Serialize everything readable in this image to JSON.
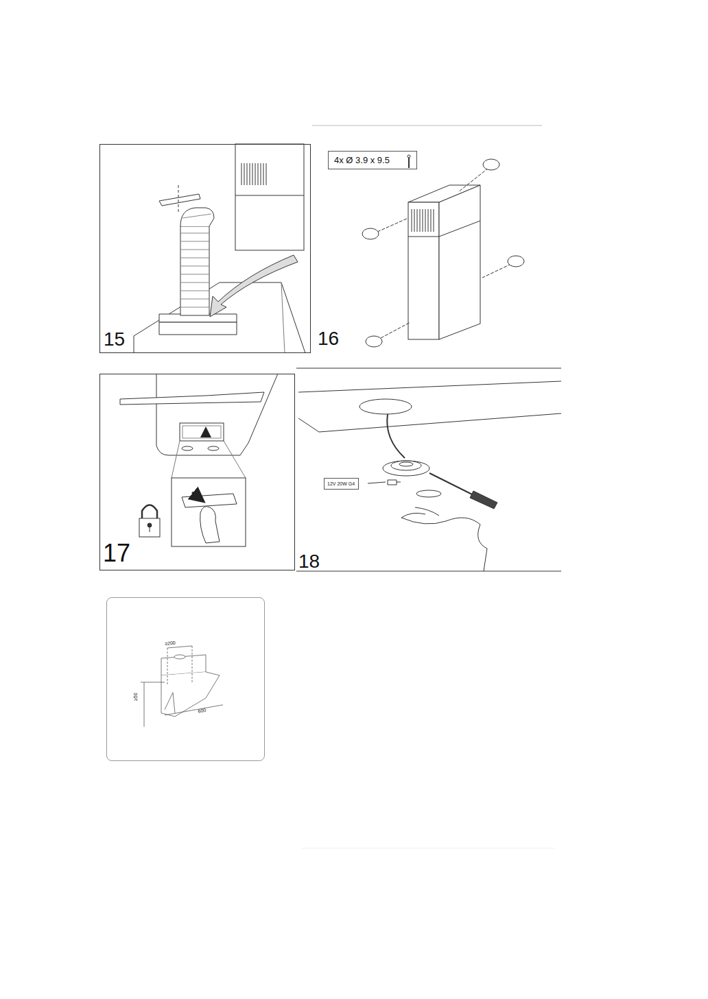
{
  "diagram": {
    "nodes": [
      {
        "text": [
          "15"
        ]
      },
      {
        "text": [
          "16"
        ]
      },
      {
        "text": [
          "4x Ø 3.9 x 9.5"
        ],
        "in": 1
      },
      {
        "text": [
          "17"
        ]
      },
      {
        "text": [
          "18"
        ]
      },
      {
        "text": [
          "12V 20W G4"
        ],
        "in": 4
      },
      {
        "text": [
          "≥200",
          "≥50",
          "600"
        ]
      }
    ]
  }
}
